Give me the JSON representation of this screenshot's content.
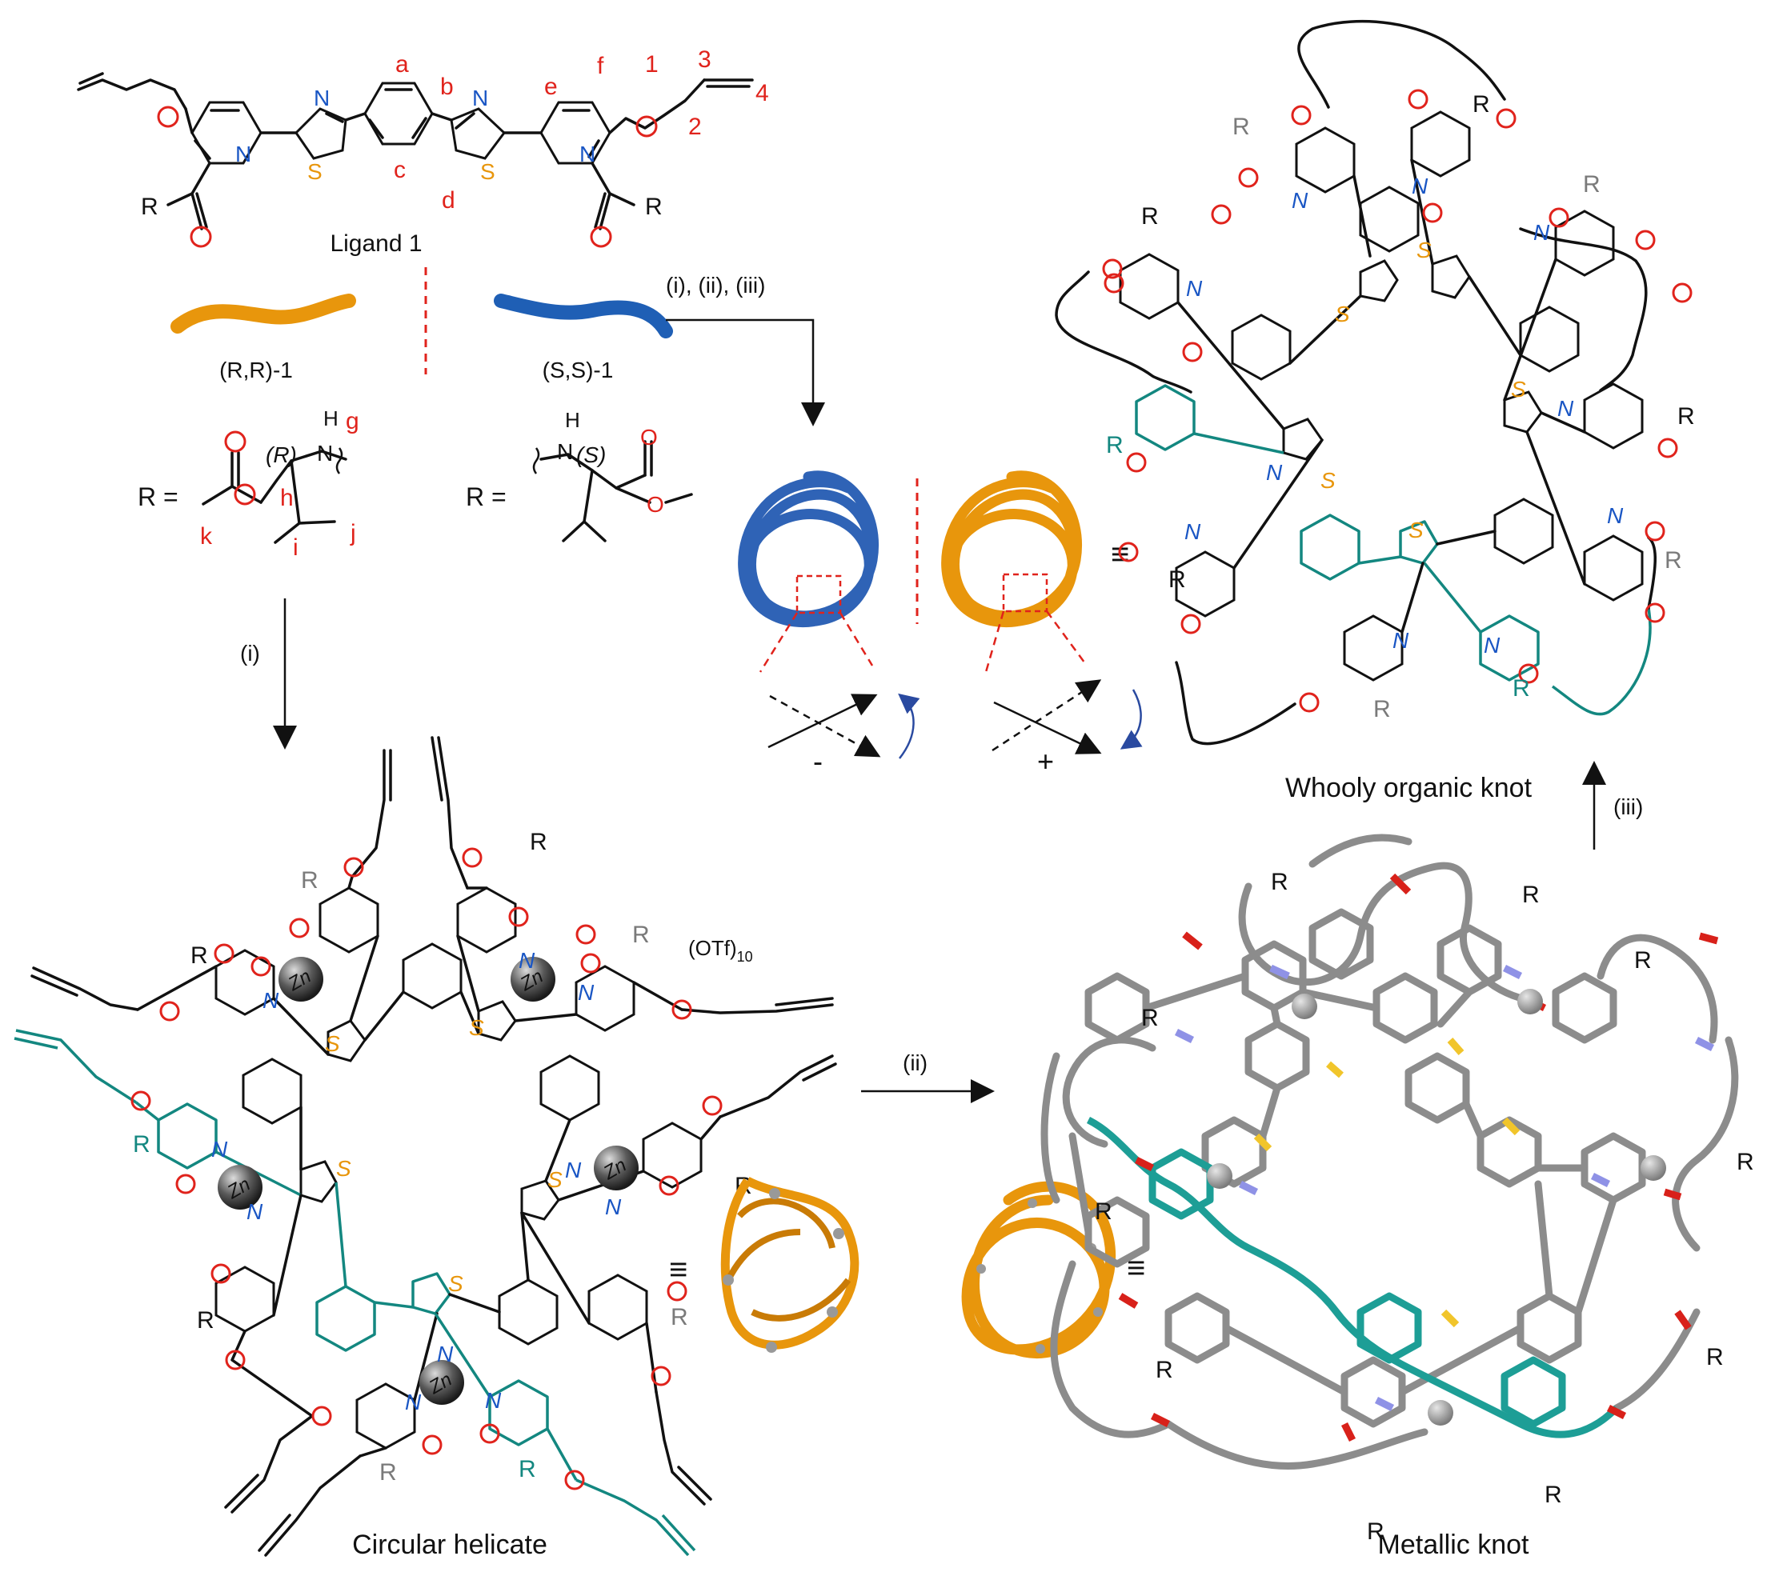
{
  "ligand": {
    "title": "Ligand 1",
    "carbon_labels": [
      "a",
      "b",
      "c",
      "d",
      "e",
      "f"
    ],
    "chain_numbers": [
      "1",
      "2",
      "3",
      "4"
    ],
    "stereo_labels": [
      "g",
      "h",
      "i",
      "j",
      "k"
    ],
    "enantiomer_rr": "(R,R)-1",
    "enantiomer_ss": "(S,S)-1",
    "r_equals": "R =",
    "r_config": "(R)",
    "s_config": "(S)"
  },
  "atoms": {
    "n": "N",
    "s": "S",
    "o": "O",
    "r": "R",
    "h": "H",
    "zn": "Zn"
  },
  "steps": {
    "combined": "(i), (ii), (iii)",
    "step_i": "(i)",
    "step_ii": "(ii)",
    "step_iii": "(iii)"
  },
  "crossing_signs": {
    "negative": "-",
    "positive": "+"
  },
  "equivalence_symbol": "≡",
  "counterion": {
    "base": "(OTf)",
    "subscript": "10"
  },
  "captions": {
    "organic_knot": "Whooly organic knot",
    "circular_helicate": "Circular helicate",
    "metallic_knot": "Metallic knot"
  },
  "colors": {
    "rr_enantiomer": "#e8960c",
    "ss_enantiomer": "#1f5fb5",
    "oxygen": "#e0231c",
    "nitrogen": "#1a56c4",
    "sulfur": "#e8960c",
    "highlight_strand": "#138780"
  }
}
